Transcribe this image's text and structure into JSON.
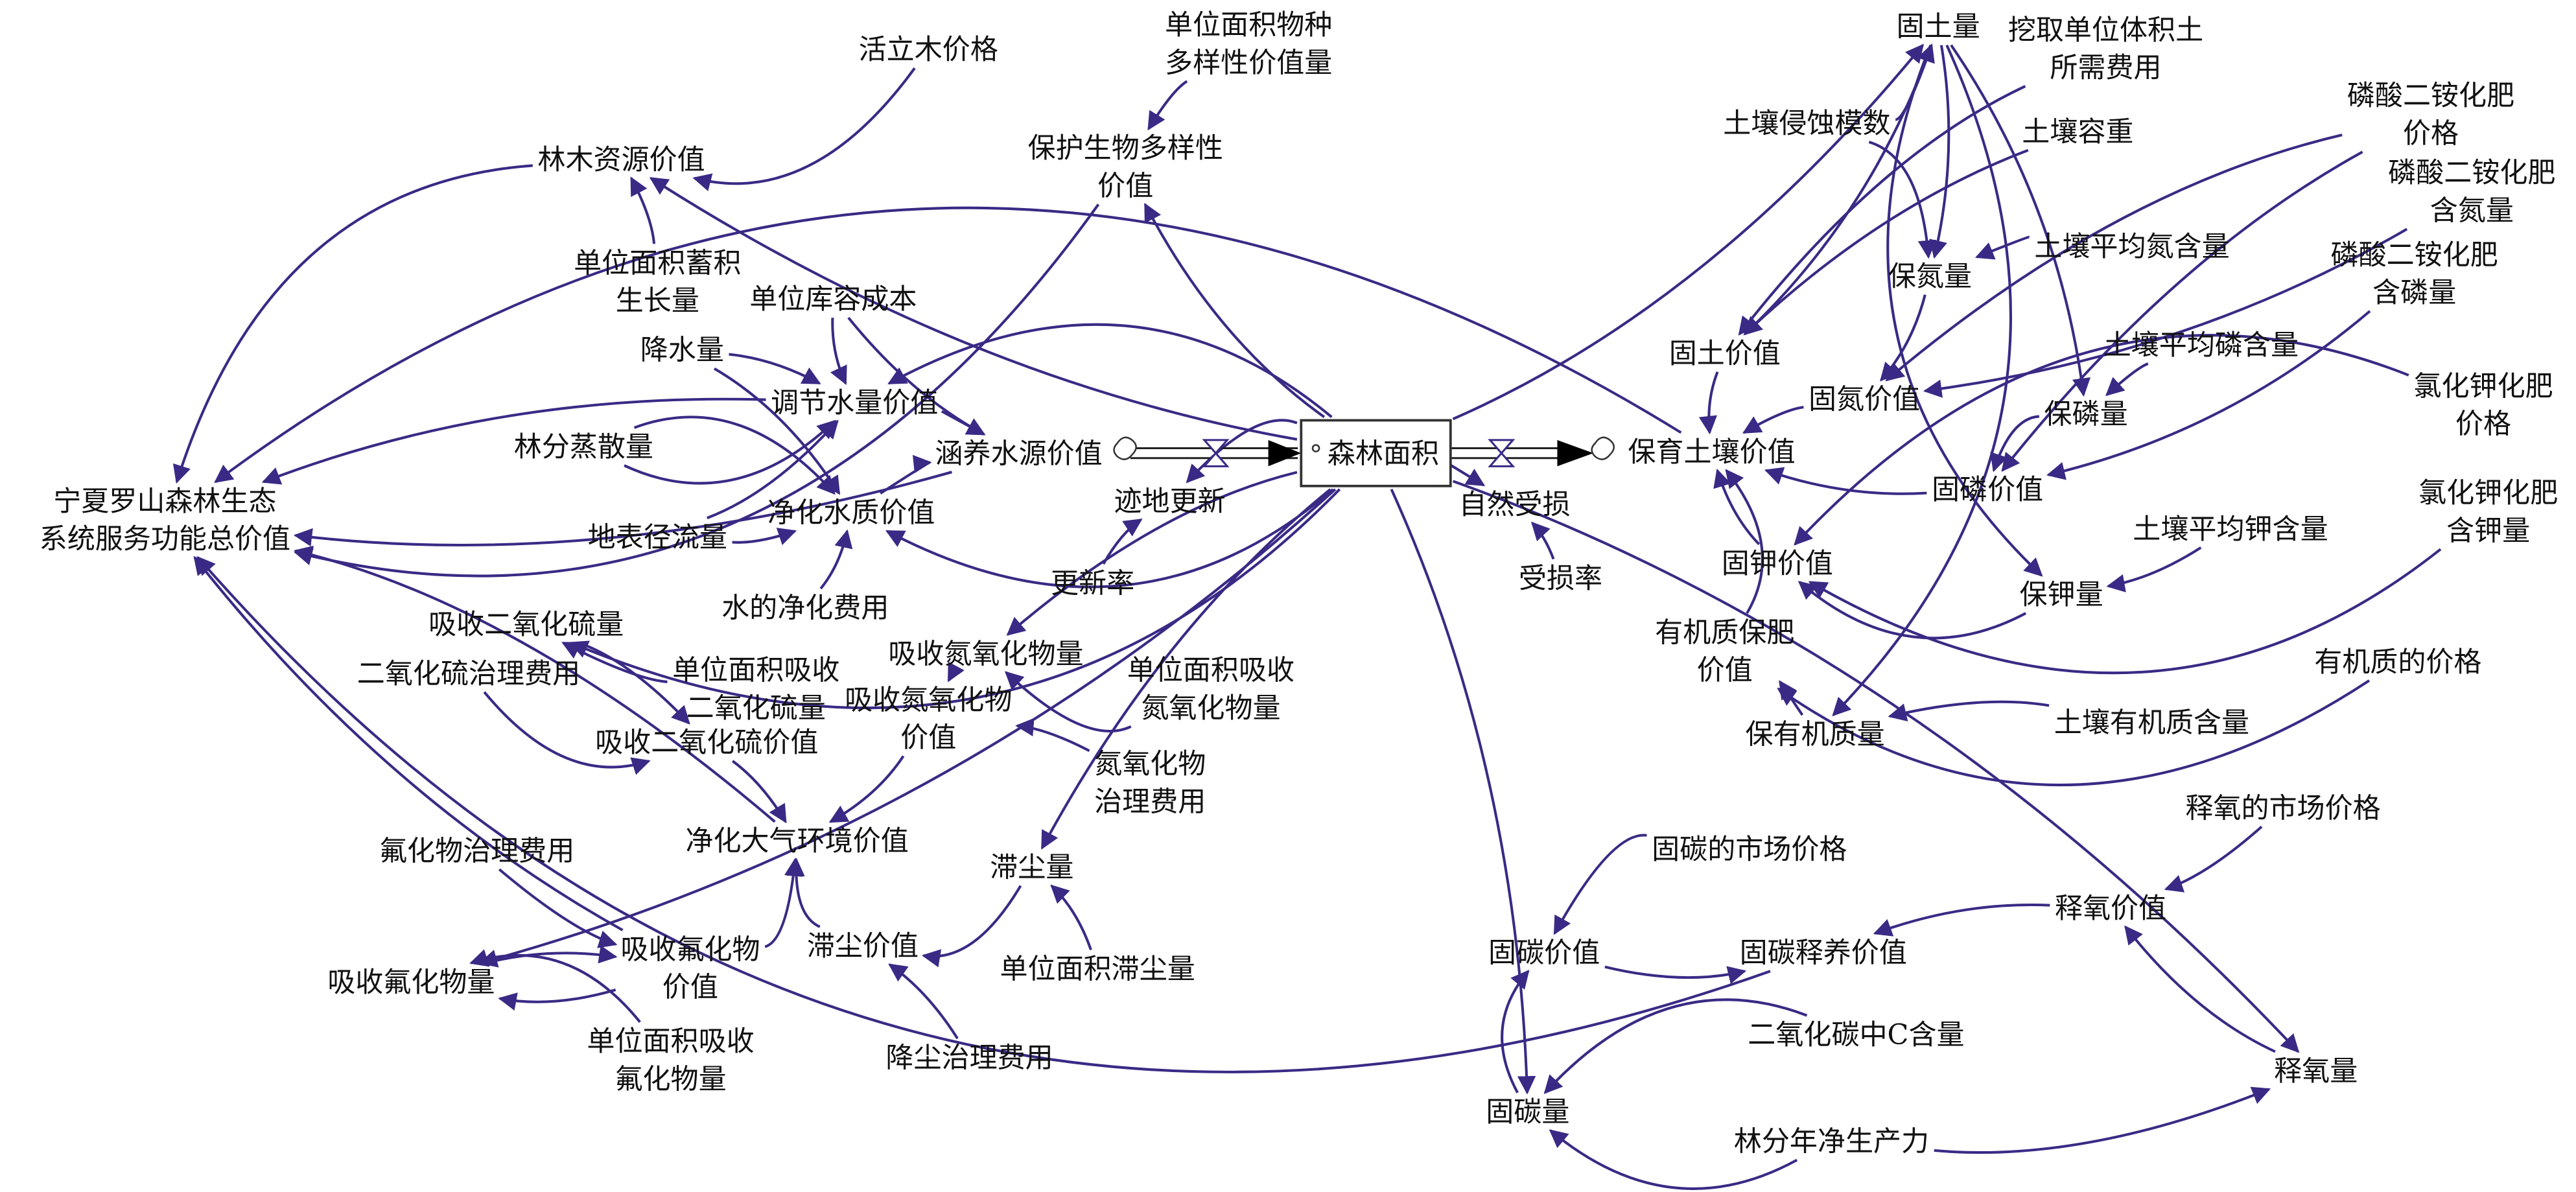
{
  "diagram_title": "",
  "colors": {
    "arrow": "#3a2a85",
    "text": "#111111",
    "stock_border": "#333333"
  },
  "stock": {
    "id": "senlin",
    "label": "森林面积"
  },
  "nodes": {
    "huolimu": {
      "lines": [
        "活立木价格"
      ]
    },
    "wuzhong": {
      "lines": [
        "单位面积物种",
        "多样性价值量"
      ]
    },
    "linmu": {
      "lines": [
        "林木资源价值"
      ]
    },
    "baohu": {
      "lines": [
        "保护生物多样性",
        "价值"
      ]
    },
    "xuji": {
      "lines": [
        "单位面积蓄积",
        "生长量"
      ]
    },
    "kurong": {
      "lines": [
        "单位库容成本"
      ]
    },
    "jiangshui": {
      "lines": [
        "降水量"
      ]
    },
    "tiaojie": {
      "lines": [
        "调节水量价值"
      ]
    },
    "linfen": {
      "lines": [
        "林分蒸散量"
      ]
    },
    "hanyang": {
      "lines": [
        "涵养水源价值"
      ]
    },
    "total": {
      "lines": [
        "宁夏罗山森林生态",
        "系统服务功能总价值"
      ]
    },
    "dibiao": {
      "lines": [
        "地表径流量"
      ]
    },
    "jinghuashui": {
      "lines": [
        "净化水质价值"
      ]
    },
    "jidi": {
      "lines": [
        "迹地更新"
      ]
    },
    "gengxin": {
      "lines": [
        "更新率"
      ]
    },
    "ziran": {
      "lines": [
        "自然受损"
      ]
    },
    "shousun": {
      "lines": [
        "受损率"
      ]
    },
    "shuifei": {
      "lines": [
        "水的净化费用"
      ]
    },
    "so2amt": {
      "lines": [
        "吸收二氧化硫量"
      ]
    },
    "noxamt": {
      "lines": [
        "吸收氮氧化物量"
      ]
    },
    "unitso2": {
      "lines": [
        "单位面积吸收",
        "二氧化硫量"
      ]
    },
    "so2cost": {
      "lines": [
        "二氧化硫治理费用"
      ]
    },
    "noxval": {
      "lines": [
        "吸收氮氧化物",
        "价值"
      ]
    },
    "unitnox": {
      "lines": [
        "单位面积吸收",
        "氮氧化物量"
      ]
    },
    "so2val": {
      "lines": [
        "吸收二氧化硫价值"
      ]
    },
    "noxcost": {
      "lines": [
        "氮氧化物",
        "治理费用"
      ]
    },
    "daqi": {
      "lines": [
        "净化大气环境价值"
      ]
    },
    "zhichen": {
      "lines": [
        "滞尘量"
      ]
    },
    "flucost": {
      "lines": [
        "氟化物治理费用"
      ]
    },
    "fluval": {
      "lines": [
        "吸收氟化物",
        "价值"
      ]
    },
    "dustval": {
      "lines": [
        "滞尘价值"
      ]
    },
    "unitdust": {
      "lines": [
        "单位面积滞尘量"
      ]
    },
    "fluamt": {
      "lines": [
        "吸收氟化物量"
      ]
    },
    "unitflu": {
      "lines": [
        "单位面积吸收",
        "氟化物量"
      ]
    },
    "dustcost": {
      "lines": [
        "降尘治理费用"
      ]
    },
    "gutu": {
      "lines": [
        "固土量"
      ]
    },
    "wazhi": {
      "lines": [
        "挖取单位体积土",
        "所需费用"
      ]
    },
    "dapprice": {
      "lines": [
        "磷酸二铵化肥",
        "价格"
      ]
    },
    "qinshi": {
      "lines": [
        "土壤侵蚀模数"
      ]
    },
    "rongzhong": {
      "lines": [
        "土壤容重"
      ]
    },
    "dapn": {
      "lines": [
        "磷酸二铵化肥",
        "含氮量"
      ]
    },
    "dapp": {
      "lines": [
        "磷酸二铵化肥",
        "含磷量"
      ]
    },
    "avgn": {
      "lines": [
        "土壤平均氮含量"
      ]
    },
    "baodan": {
      "lines": [
        "保氮量"
      ]
    },
    "gutuval": {
      "lines": [
        "固土价值"
      ]
    },
    "avgp": {
      "lines": [
        "土壤平均磷含量"
      ]
    },
    "gudanval": {
      "lines": [
        "固氮价值"
      ]
    },
    "baolin": {
      "lines": [
        "保磷量"
      ]
    },
    "kclprice": {
      "lines": [
        "氯化钾化肥",
        "价格"
      ]
    },
    "baoyu": {
      "lines": [
        "保育土壤价值"
      ]
    },
    "gulinval": {
      "lines": [
        "固磷价值"
      ]
    },
    "kclk": {
      "lines": [
        "氯化钾化肥",
        "含钾量"
      ]
    },
    "avgk": {
      "lines": [
        "土壤平均钾含量"
      ]
    },
    "gujiaval": {
      "lines": [
        "固钾价值"
      ]
    },
    "baojia": {
      "lines": [
        "保钾量"
      ]
    },
    "youjival": {
      "lines": [
        "有机质保肥",
        "价值"
      ]
    },
    "youjiprice": {
      "lines": [
        "有机质的价格"
      ]
    },
    "baoyouji": {
      "lines": [
        "保有机质量"
      ]
    },
    "soilorg": {
      "lines": [
        "土壤有机质含量"
      ]
    },
    "o2market": {
      "lines": [
        "释氧的市场价格"
      ]
    },
    "cmarket": {
      "lines": [
        "固碳的市场价格"
      ]
    },
    "o2val": {
      "lines": [
        "释氧价值"
      ]
    },
    "cval": {
      "lines": [
        "固碳价值"
      ]
    },
    "cshiyang": {
      "lines": [
        "固碳释养价值"
      ]
    },
    "co2c": {
      "lines": [
        "二氧化碳中C含量"
      ]
    },
    "o2amt": {
      "lines": [
        "释氧量"
      ]
    },
    "camt": {
      "lines": [
        "固碳量"
      ]
    },
    "netprod": {
      "lines": [
        "林分年净生产力"
      ]
    }
  },
  "links": [
    [
      "huolimu",
      "linmu"
    ],
    [
      "wuzhong",
      "baohu"
    ],
    [
      "xuji",
      "linmu"
    ],
    [
      "senlin",
      "linmu"
    ],
    [
      "senlin",
      "baohu"
    ],
    [
      "linmu",
      "total"
    ],
    [
      "baohu",
      "total"
    ],
    [
      "kurong",
      "tiaojie"
    ],
    [
      "kurong",
      "hanyang"
    ],
    [
      "jiangshui",
      "tiaojie"
    ],
    [
      "jiangshui",
      "jinghuashui"
    ],
    [
      "linfen",
      "tiaojie"
    ],
    [
      "linfen",
      "jinghuashui"
    ],
    [
      "dibiao",
      "tiaojie"
    ],
    [
      "dibiao",
      "jinghuashui"
    ],
    [
      "tiaojie",
      "hanyang"
    ],
    [
      "jinghuashui",
      "hanyang"
    ],
    [
      "senlin",
      "tiaojie"
    ],
    [
      "senlin",
      "jinghuashui"
    ],
    [
      "shuifei",
      "jinghuashui"
    ],
    [
      "tiaojie",
      "total"
    ],
    [
      "hanyang",
      "total"
    ],
    [
      "gengxin",
      "jidi"
    ],
    [
      "senlin",
      "jidi"
    ],
    [
      "senlin",
      "so2amt"
    ],
    [
      "senlin",
      "noxamt"
    ],
    [
      "senlin",
      "zhichen"
    ],
    [
      "unitso2",
      "so2amt"
    ],
    [
      "so2amt",
      "so2val"
    ],
    [
      "so2cost",
      "so2val"
    ],
    [
      "unitnox",
      "noxamt"
    ],
    [
      "noxamt",
      "noxval"
    ],
    [
      "noxcost",
      "noxval"
    ],
    [
      "so2val",
      "daqi"
    ],
    [
      "noxval",
      "daqi"
    ],
    [
      "fluval",
      "daqi"
    ],
    [
      "dustval",
      "daqi"
    ],
    [
      "daqi",
      "total"
    ],
    [
      "flucost",
      "fluval"
    ],
    [
      "fluamt",
      "fluval"
    ],
    [
      "fluval",
      "fluamt"
    ],
    [
      "unitflu",
      "fluamt"
    ],
    [
      "zhichen",
      "dustval"
    ],
    [
      "unitdust",
      "zhichen"
    ],
    [
      "dustcost",
      "dustval"
    ],
    [
      "fluval",
      "total"
    ],
    [
      "senlin",
      "fluamt"
    ],
    [
      "baoyu",
      "total"
    ],
    [
      "cshiyang",
      "total"
    ],
    [
      "senlin",
      "gutu"
    ],
    [
      "shousun",
      "ziran"
    ],
    [
      "senlin",
      "ziran"
    ],
    [
      "gutu",
      "gutuval"
    ],
    [
      "qinshi",
      "gutu"
    ],
    [
      "qinshi",
      "baodan"
    ],
    [
      "wazhi",
      "gutuval"
    ],
    [
      "rongzhong",
      "gutuval"
    ],
    [
      "gutu",
      "baodan"
    ],
    [
      "gutu",
      "baolin"
    ],
    [
      "gutu",
      "baojia"
    ],
    [
      "gutu",
      "baoyouji"
    ],
    [
      "avgn",
      "baodan"
    ],
    [
      "avgp",
      "baolin"
    ],
    [
      "avgk",
      "baojia"
    ],
    [
      "baodan",
      "gudanval"
    ],
    [
      "baolin",
      "gulinval"
    ],
    [
      "baojia",
      "gujiaval"
    ],
    [
      "dapprice",
      "gudanval"
    ],
    [
      "dapprice",
      "gulinval"
    ],
    [
      "dapn",
      "gudanval"
    ],
    [
      "dapp",
      "gulinval"
    ],
    [
      "kclprice",
      "gujiaval"
    ],
    [
      "kclk",
      "gujiaval"
    ],
    [
      "gutuval",
      "baoyu"
    ],
    [
      "gudanval",
      "baoyu"
    ],
    [
      "gulinval",
      "baoyu"
    ],
    [
      "gujiaval",
      "baoyu"
    ],
    [
      "youjival",
      "baoyu"
    ],
    [
      "youjiprice",
      "youjival"
    ],
    [
      "baoyouji",
      "youjival"
    ],
    [
      "soilorg",
      "baoyouji"
    ],
    [
      "senlin",
      "camt"
    ],
    [
      "senlin",
      "o2amt"
    ],
    [
      "cmarket",
      "cval"
    ],
    [
      "camt",
      "cval"
    ],
    [
      "cval",
      "cshiyang"
    ],
    [
      "o2val",
      "cshiyang"
    ],
    [
      "o2market",
      "o2val"
    ],
    [
      "o2amt",
      "o2val"
    ],
    [
      "co2c",
      "camt"
    ],
    [
      "netprod",
      "camt"
    ],
    [
      "netprod",
      "o2amt"
    ]
  ]
}
